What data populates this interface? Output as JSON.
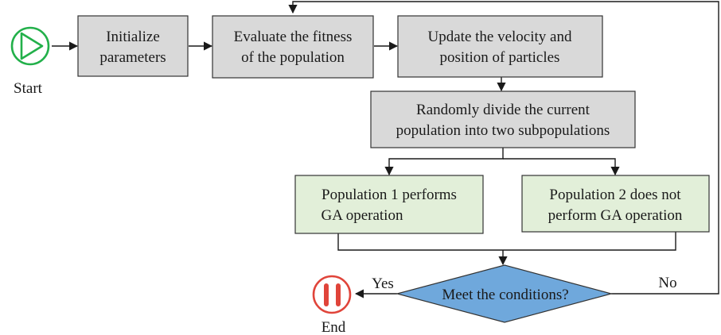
{
  "nodes": {
    "start": {
      "label": "Start"
    },
    "init": {
      "line1": "Initialize",
      "line2": "parameters"
    },
    "evaluate": {
      "line1": "Evaluate the fitness",
      "line2": "of the population"
    },
    "update": {
      "line1": "Update the velocity and",
      "line2": "position of particles"
    },
    "divide": {
      "line1": "Randomly divide the current",
      "line2": "population into two subpopulations"
    },
    "pop1": {
      "line1": "Population 1 performs",
      "line2": "GA operation"
    },
    "pop2": {
      "line1": "Population 2 does not",
      "line2": "perform GA operation"
    },
    "decision": {
      "label": "Meet the conditions?"
    },
    "end": {
      "label": "End"
    }
  },
  "edges": {
    "yes_label": "Yes",
    "no_label": "No"
  },
  "colors": {
    "process_fill": "#d9d9d9",
    "population_fill": "#e2efd9",
    "decision_fill": "#6fa8dc",
    "start_icon": "#22b04a",
    "end_icon": "#e0443a"
  },
  "icons": {
    "start": "play-icon",
    "end": "pause-icon"
  }
}
